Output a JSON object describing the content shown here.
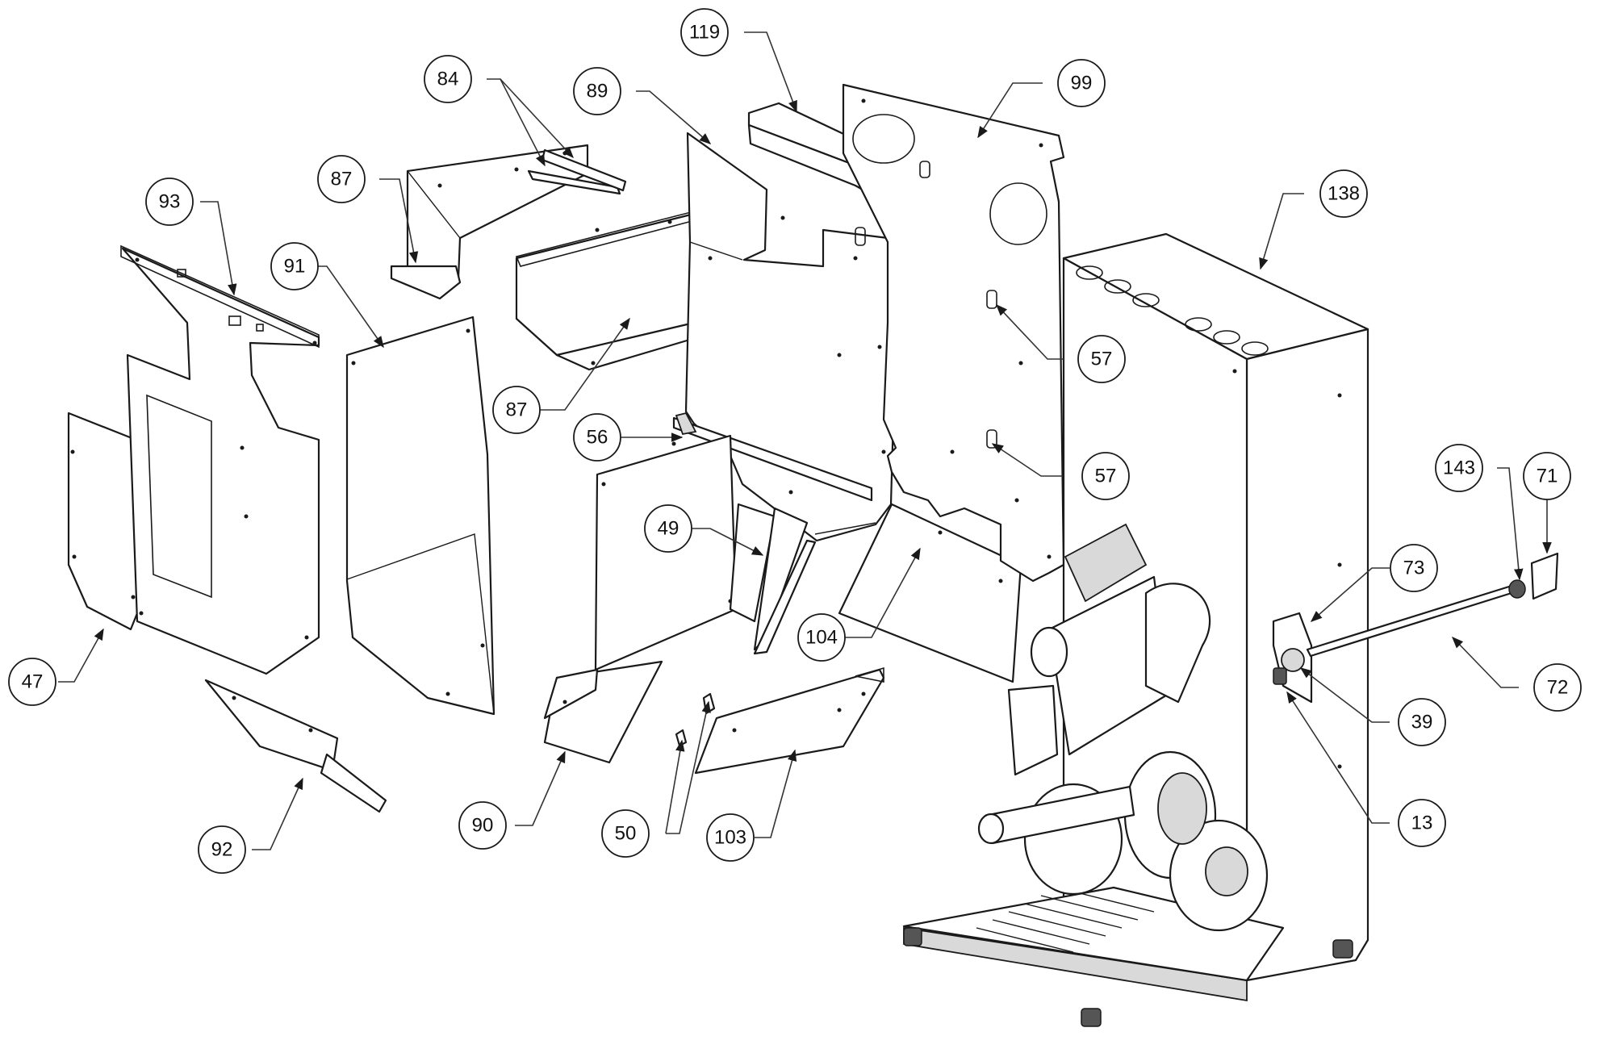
{
  "callouts": [
    {
      "id": "c119",
      "label": "119"
    },
    {
      "id": "c99",
      "label": "99"
    },
    {
      "id": "c84",
      "label": "84"
    },
    {
      "id": "c89",
      "label": "89"
    },
    {
      "id": "c87a",
      "label": "87"
    },
    {
      "id": "c93",
      "label": "93"
    },
    {
      "id": "c91",
      "label": "91"
    },
    {
      "id": "c138",
      "label": "138"
    },
    {
      "id": "c57a",
      "label": "57"
    },
    {
      "id": "c87b",
      "label": "87"
    },
    {
      "id": "c56",
      "label": "56"
    },
    {
      "id": "c57b",
      "label": "57"
    },
    {
      "id": "c143",
      "label": "143"
    },
    {
      "id": "c71",
      "label": "71"
    },
    {
      "id": "c49",
      "label": "49"
    },
    {
      "id": "c73",
      "label": "73"
    },
    {
      "id": "c104",
      "label": "104"
    },
    {
      "id": "c47",
      "label": "47"
    },
    {
      "id": "c72",
      "label": "72"
    },
    {
      "id": "c39",
      "label": "39"
    },
    {
      "id": "c90",
      "label": "90"
    },
    {
      "id": "c50",
      "label": "50"
    },
    {
      "id": "c103",
      "label": "103"
    },
    {
      "id": "c13",
      "label": "13"
    },
    {
      "id": "c92",
      "label": "92"
    }
  ]
}
